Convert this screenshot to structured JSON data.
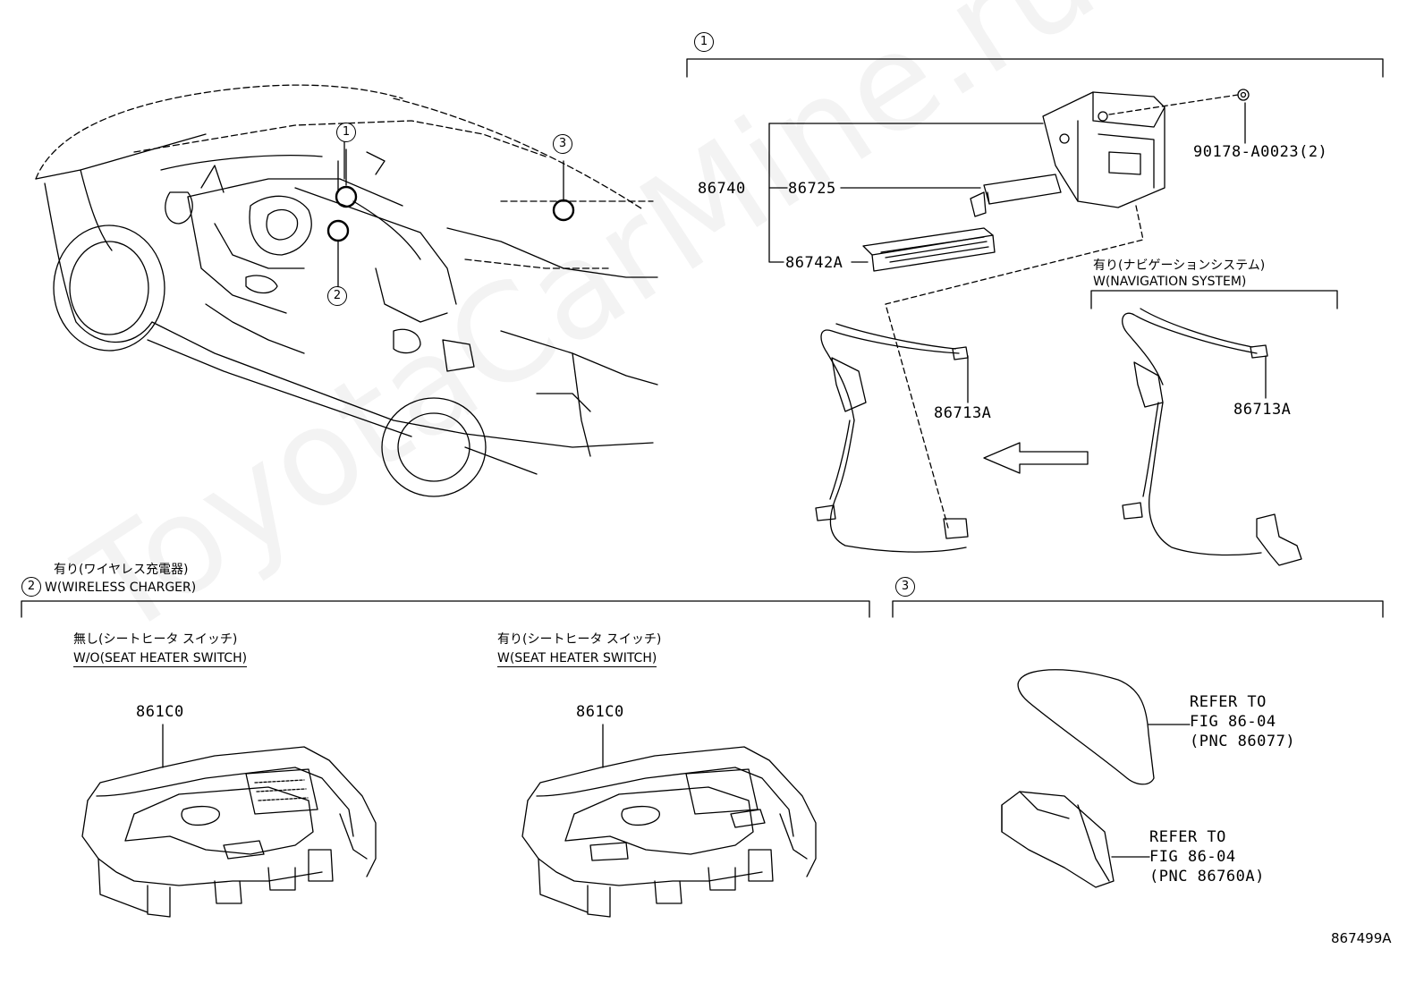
{
  "callouts": {
    "one": "1",
    "two": "2",
    "three": "3"
  },
  "section1": {
    "parts": {
      "p86740": "86740",
      "p86725": "86725",
      "p86742A": "86742A",
      "p90178": "90178-A0023(2)",
      "p86713A_left": "86713A",
      "p86713A_right": "86713A"
    },
    "variant_nav": {
      "jp": "有り(ナビゲーションシステム)",
      "en": "W(NAVIGATION SYSTEM)"
    }
  },
  "section2": {
    "title_jp": "有り(ワイヤレス充電器)",
    "title_en": "W(WIRELESS CHARGER)",
    "left_variant": {
      "jp": "無し(シートヒータ スイッチ)",
      "en": "W/O(SEAT HEATER SWITCH)",
      "part": "861C0"
    },
    "right_variant": {
      "jp": "有り(シートヒータ スイッチ)",
      "en": "W(SEAT HEATER SWITCH)",
      "part": "861C0"
    }
  },
  "section3": {
    "ref1": {
      "line1": "REFER TO",
      "line2": "FIG 86-04",
      "line3": "(PNC 86077)"
    },
    "ref2": {
      "line1": "REFER TO",
      "line2": "FIG 86-04",
      "line3": "(PNC 86760A)"
    }
  },
  "figure_id": "867499A",
  "watermark": "ToyotaCarMine.ru"
}
